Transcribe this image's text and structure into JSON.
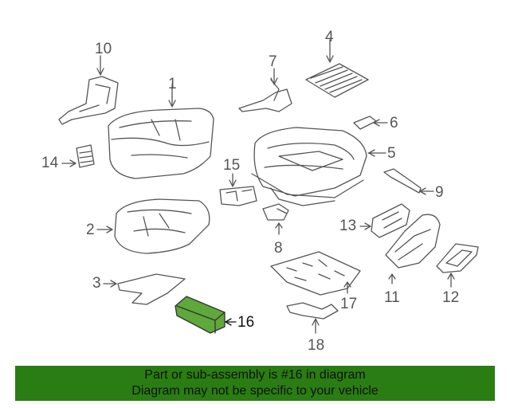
{
  "diagram": {
    "callouts": {
      "c1": "1",
      "c2": "2",
      "c3": "3",
      "c4": "4",
      "c5": "5",
      "c6": "6",
      "c7": "7",
      "c8": "8",
      "c9": "9",
      "c10": "10",
      "c11": "11",
      "c12": "12",
      "c13": "13",
      "c14": "14",
      "c15": "15",
      "c16": "16",
      "c17": "17",
      "c18": "18"
    },
    "highlight_part": "16",
    "highlight_color": "#5fa83a",
    "line_color": "#555555"
  },
  "banner": {
    "line1": "Part or sub-assembly is #16 in diagram",
    "line2": "Diagram may not be specific to your vehicle",
    "background": "#2a7d12"
  }
}
